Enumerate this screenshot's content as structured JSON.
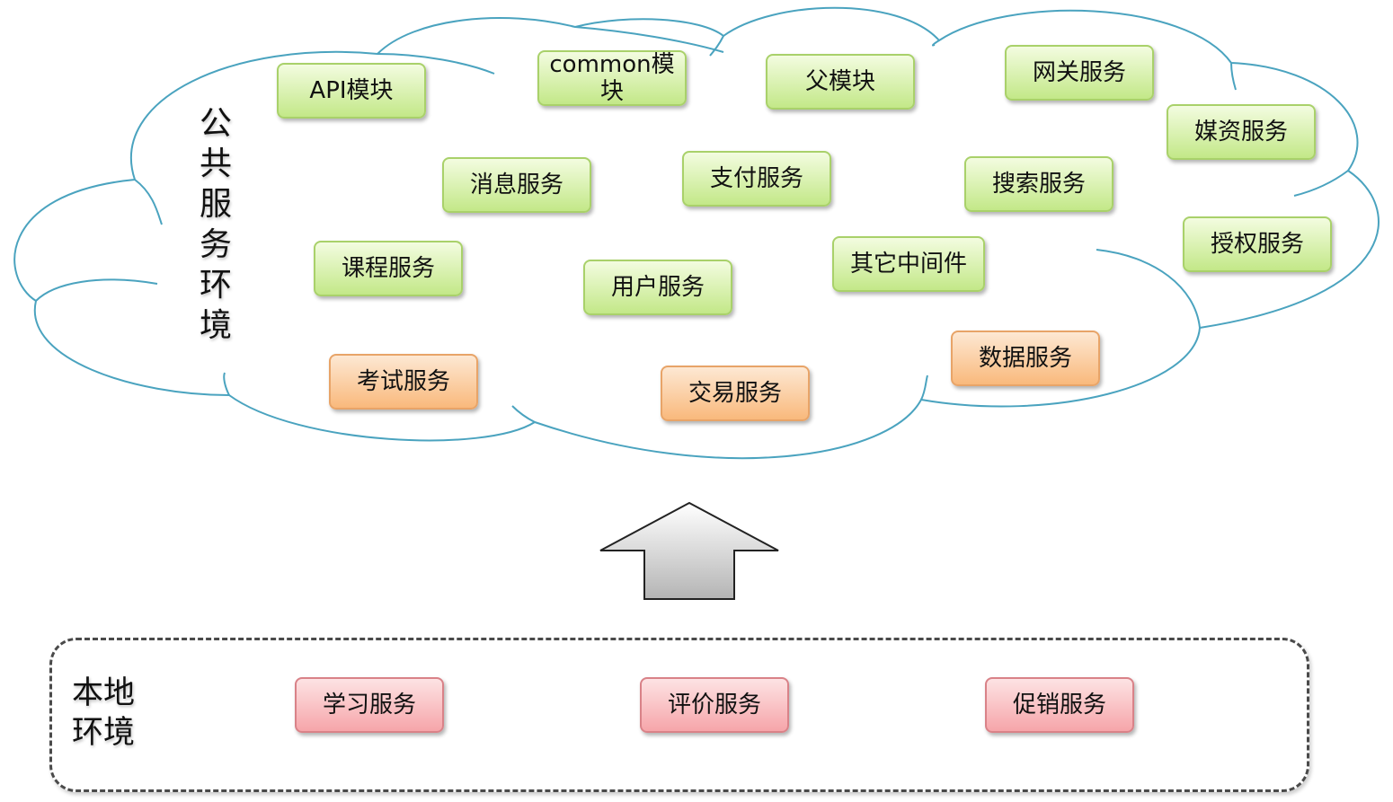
{
  "cloud": {
    "title": "公共服务环境",
    "modules": [
      {
        "id": "api-module",
        "label": "API模块",
        "tone": "green"
      },
      {
        "id": "common-module",
        "label": "common模块",
        "tone": "green"
      },
      {
        "id": "parent-module",
        "label": "父模块",
        "tone": "green"
      },
      {
        "id": "gateway-service",
        "label": "网关服务",
        "tone": "green"
      },
      {
        "id": "media-service",
        "label": "媒资服务",
        "tone": "green"
      },
      {
        "id": "message-service",
        "label": "消息服务",
        "tone": "green"
      },
      {
        "id": "payment-service",
        "label": "支付服务",
        "tone": "green"
      },
      {
        "id": "search-service",
        "label": "搜索服务",
        "tone": "green"
      },
      {
        "id": "auth-service",
        "label": "授权服务",
        "tone": "green"
      },
      {
        "id": "course-service",
        "label": "课程服务",
        "tone": "green"
      },
      {
        "id": "user-service",
        "label": "用户服务",
        "tone": "green"
      },
      {
        "id": "middleware",
        "label": "其它中间件",
        "tone": "green"
      },
      {
        "id": "exam-service",
        "label": "考试服务",
        "tone": "orange"
      },
      {
        "id": "trade-service",
        "label": "交易服务",
        "tone": "orange"
      },
      {
        "id": "data-service",
        "label": "数据服务",
        "tone": "orange"
      }
    ]
  },
  "local": {
    "title": "本地环境",
    "modules": [
      {
        "id": "study-service",
        "label": "学习服务",
        "tone": "red"
      },
      {
        "id": "review-service",
        "label": "评价服务",
        "tone": "red"
      },
      {
        "id": "promotion-service",
        "label": "促销服务",
        "tone": "red"
      }
    ]
  },
  "colors": {
    "cloud_stroke": "#4aa3bf",
    "green": "#c3e888",
    "orange": "#f9b97c",
    "red": "#f6a5aa",
    "arrow": "#d0d0d0"
  }
}
